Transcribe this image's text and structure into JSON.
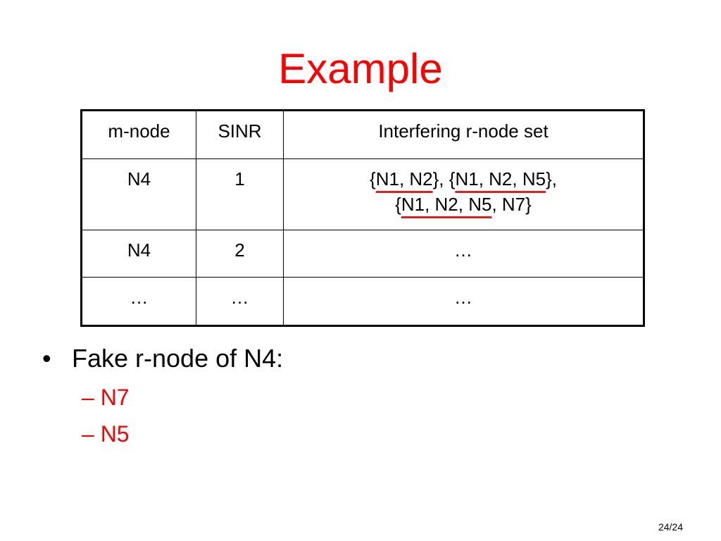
{
  "slide": {
    "title": "Example",
    "page_number": "24/24"
  },
  "table": {
    "headers": [
      "m-node",
      "SINR",
      "Interfering r-node set"
    ],
    "rows": [
      {
        "m_node": "N4",
        "sinr": "1",
        "set": {
          "line1": {
            "open1": "{",
            "set1": "N1, N2",
            "close_sep1": "}, {",
            "set2": "N1, N2, N5",
            "close2": "},"
          },
          "line2": {
            "open3": "{",
            "set3": "N1, N2, N5",
            "rest3": ", N7}"
          }
        }
      },
      {
        "m_node": "N4",
        "sinr": "2",
        "set": "…"
      },
      {
        "m_node": "…",
        "sinr": "…",
        "set": "…"
      }
    ]
  },
  "bullets": {
    "marker": "•",
    "main": "Fake r-node of N4:",
    "sub_marker": "–",
    "sub_items": [
      "N7",
      "N5"
    ]
  },
  "colors": {
    "title": "#ff0000",
    "sub_items": "#ff0000",
    "underline": "#e02020"
  }
}
